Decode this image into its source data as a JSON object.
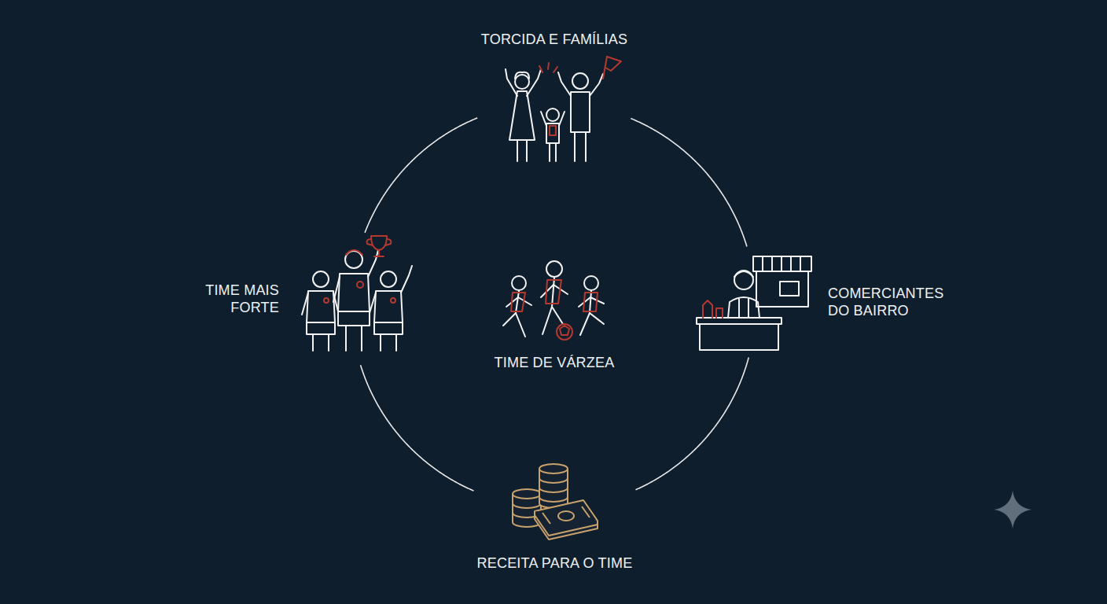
{
  "diagram": {
    "nodes": [
      {
        "text": [
          "TORCIDA E FAMÍLIAS"
        ]
      },
      {
        "text": [
          "TIME MAIS FORTE"
        ]
      },
      {
        "text": [
          "TIME DE VÁRZEA"
        ]
      },
      {
        "text": [
          "COMERCIANTES DO BAIRRO"
        ]
      },
      {
        "text": [
          "RECEITA PARA O TIME"
        ]
      }
    ],
    "edges": [
      {
        "from": 0,
        "to": 3,
        "arrow": "none"
      },
      {
        "from": 3,
        "to": 4,
        "arrow": "none"
      },
      {
        "from": 4,
        "to": 1,
        "arrow": "none"
      },
      {
        "from": 1,
        "to": 0,
        "arrow": "none"
      }
    ]
  }
}
